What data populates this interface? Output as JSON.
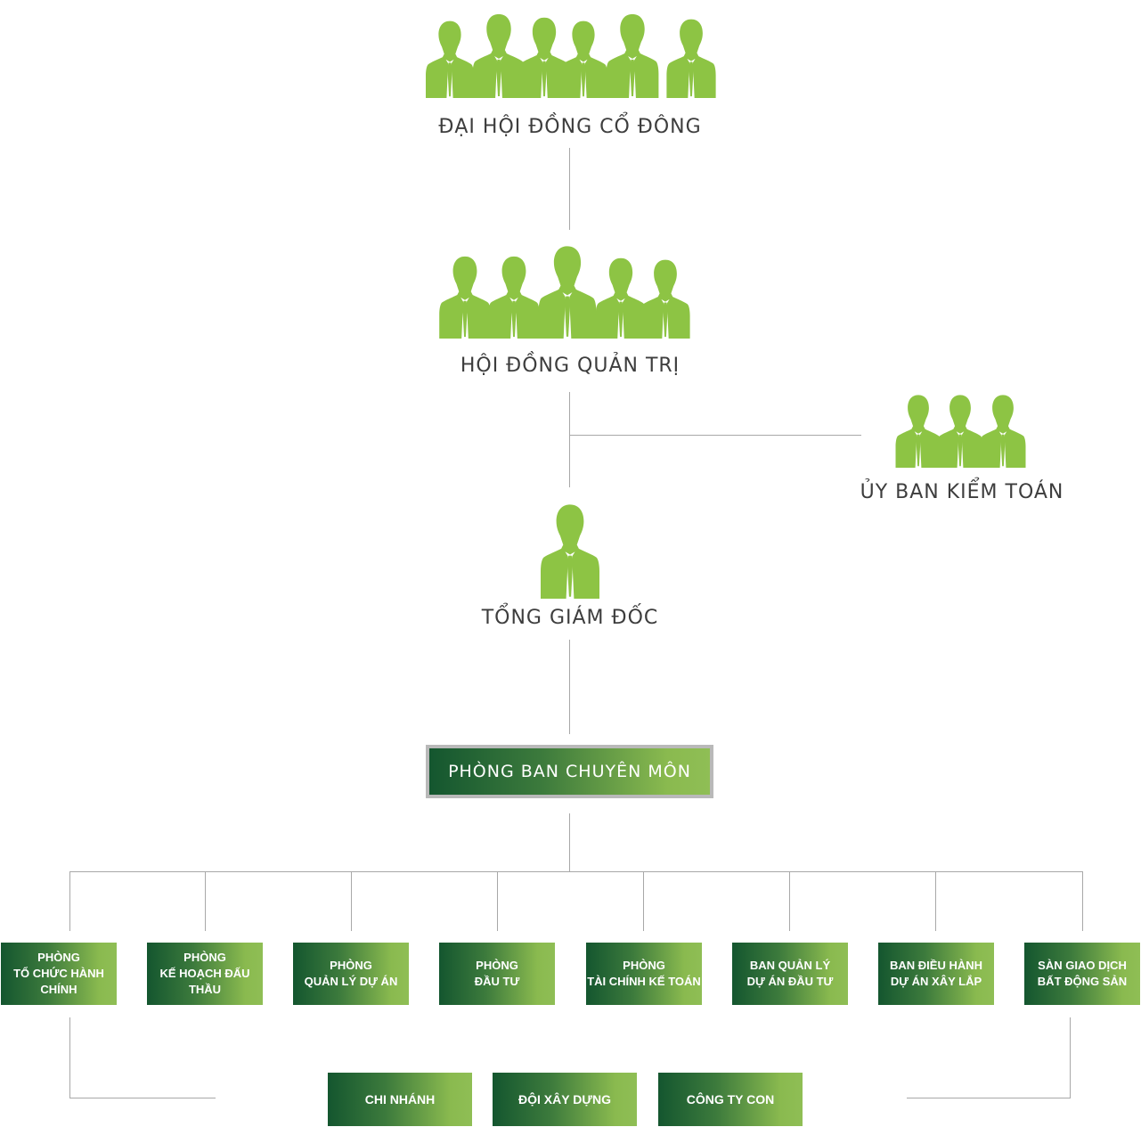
{
  "diagram": {
    "type": "organization-chart",
    "colors": {
      "silhouette": "#8dc444",
      "title_text": "#3d3d3d",
      "connector": "#a8a8a8",
      "box_gradient_start": "#14562f",
      "box_gradient_end": "#8fbe55",
      "box_border": "#b9b9b9",
      "box_text": "#ffffff"
    },
    "nodes": {
      "shareholders": {
        "label": "ĐẠI HỘI ĐỒNG CỔ ĐÔNG",
        "icon": "group-of-people-icon"
      },
      "board": {
        "label": "HỘI ĐỒNG QUẢN TRỊ",
        "icon": "board-members-icon"
      },
      "audit": {
        "label": "ỦY BAN KIỂM TOÁN",
        "icon": "three-people-icon"
      },
      "ceo": {
        "label": "TỔNG GIÁM ĐỐC",
        "icon": "executive-person-icon"
      },
      "departments_head": {
        "label": "PHÒNG BAN CHUYÊN MÔN"
      }
    },
    "departments": [
      {
        "line1": "PHÒNG",
        "line2": "TỔ CHỨC HÀNH CHÍNH"
      },
      {
        "line1": "PHÒNG",
        "line2": "KẾ HOẠCH ĐẤU THẦU"
      },
      {
        "line1": "PHÒNG",
        "line2": "QUẢN LÝ DỰ ÁN"
      },
      {
        "line1": "PHÒNG",
        "line2": "ĐẦU TƯ"
      },
      {
        "line1": "PHÒNG",
        "line2": "TÀI CHÍNH KẾ TOÁN"
      },
      {
        "line1": "BAN QUẢN LÝ",
        "line2": "DỰ ÁN ĐẦU TƯ"
      },
      {
        "line1": "BAN ĐIỀU HÀNH",
        "line2": "DỰ ÁN XÂY LẮP"
      },
      {
        "line1": "SÀN GIAO DỊCH",
        "line2": "BẤT ĐỘNG SẢN"
      }
    ],
    "subunits": [
      {
        "label": "CHI NHÁNH"
      },
      {
        "label": "ĐỘI XÂY DỰNG"
      },
      {
        "label": "CÔNG TY CON"
      }
    ],
    "edges": [
      [
        "shareholders",
        "board"
      ],
      [
        "board",
        "ceo"
      ],
      [
        "board",
        "audit"
      ],
      [
        "ceo",
        "departments_head"
      ],
      [
        "departments_head",
        "departments"
      ],
      [
        "departments",
        "subunits"
      ]
    ]
  }
}
